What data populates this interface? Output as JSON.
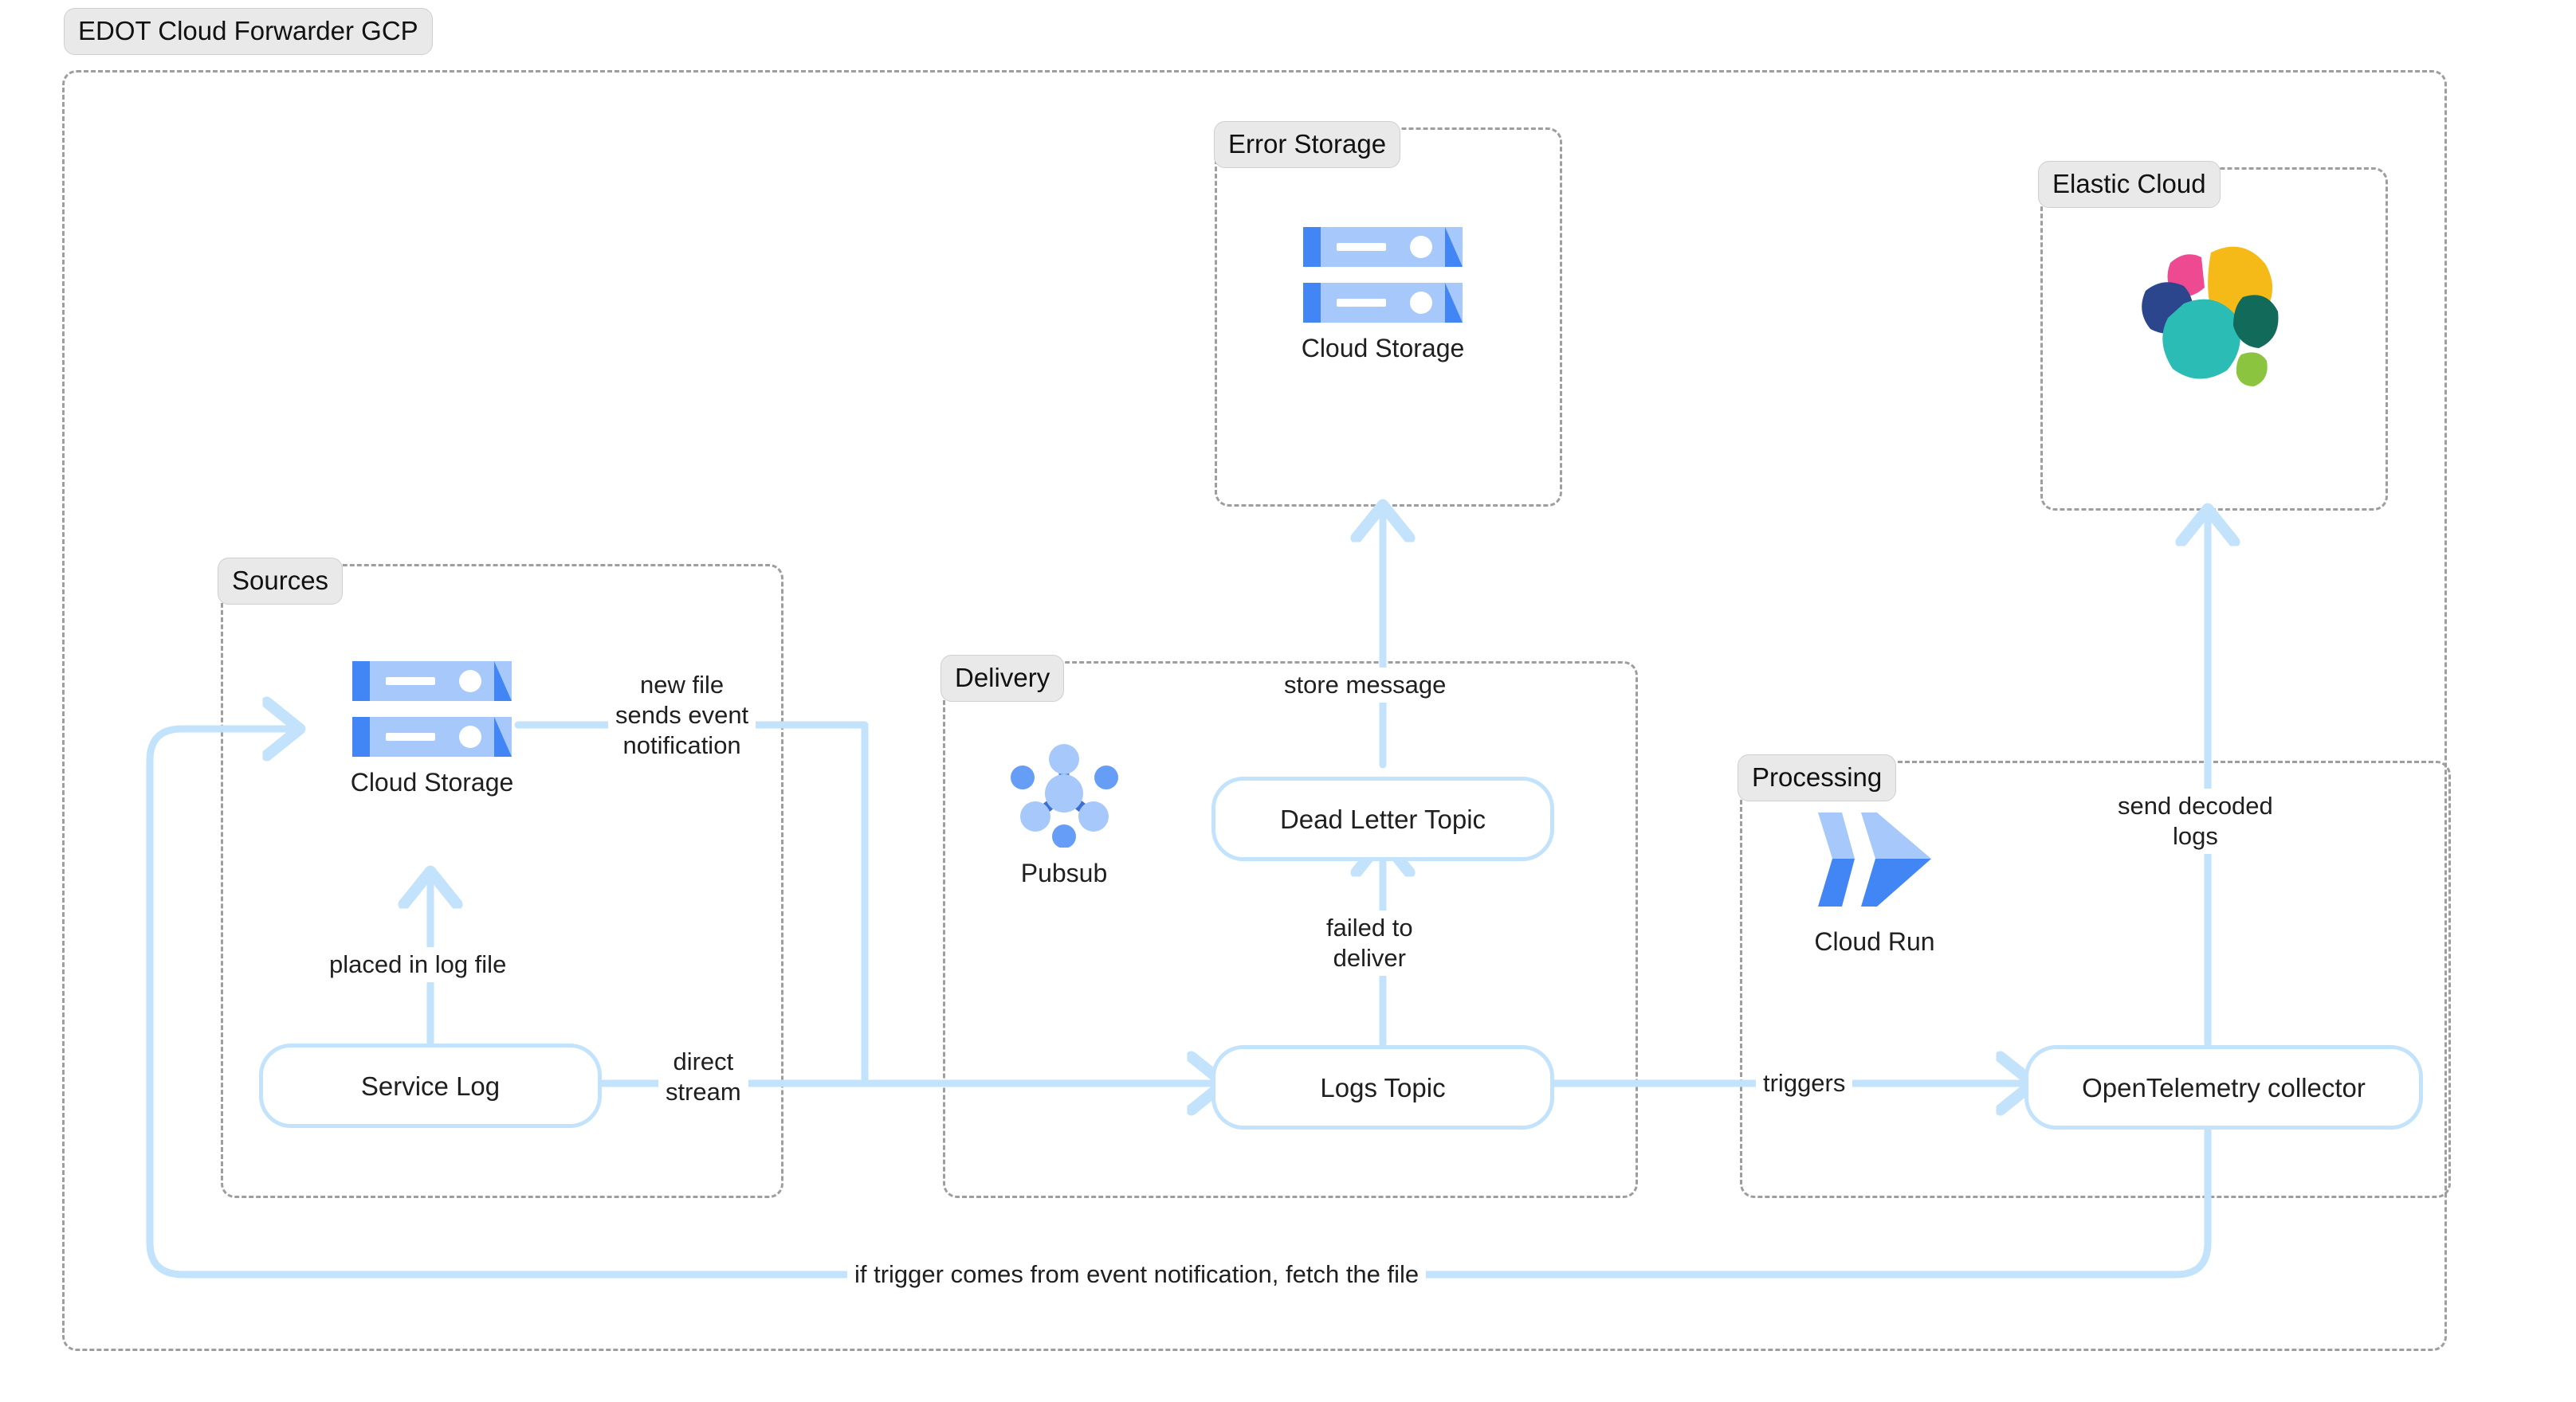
{
  "diagram": {
    "title": "EDOT Cloud Forwarder GCP",
    "accent_edge_color": "#c2e3fb",
    "group_border_color": "#9e9e9e",
    "group_label_bg": "#e9e9e9",
    "text_color": "#1f1f1f"
  },
  "groups": [
    {
      "id": "root",
      "label": "EDOT Cloud Forwarder GCP"
    },
    {
      "id": "error",
      "label": "Error Storage"
    },
    {
      "id": "elastic",
      "label": "Elastic Cloud"
    },
    {
      "id": "sources",
      "label": "Sources"
    },
    {
      "id": "delivery",
      "label": "Delivery"
    },
    {
      "id": "processing",
      "label": "Processing"
    }
  ],
  "icons": {
    "error_cloud_storage": {
      "name": "cloud-storage-icon",
      "caption": "Cloud Storage"
    },
    "elastic_logo": {
      "name": "elastic-logo-icon",
      "caption": ""
    },
    "sources_cloud_storage": {
      "name": "cloud-storage-icon",
      "caption": "Cloud Storage"
    },
    "pubsub": {
      "name": "pubsub-icon",
      "caption": "Pubsub"
    },
    "cloud_run": {
      "name": "cloud-run-icon",
      "caption": "Cloud Run"
    }
  },
  "nodes": [
    {
      "id": "service_log",
      "label": "Service Log"
    },
    {
      "id": "dead_letter",
      "label": "Dead Letter Topic"
    },
    {
      "id": "logs_topic",
      "label": "Logs Topic"
    },
    {
      "id": "otel",
      "label": "OpenTelemetry collector"
    }
  ],
  "edge_labels": {
    "new_file": "new file\nsends event\nnotification",
    "placed_in_log_file": "placed in log file",
    "direct_stream": "direct\nstream",
    "store_message": "store message",
    "failed_to_deliver": "failed to\ndeliver",
    "triggers": "triggers",
    "send_decoded_logs": "send decoded\nlogs",
    "fetch_file": "if trigger comes from event notification, fetch the file"
  },
  "palette": {
    "gcp_blue_dark": "#4285f4",
    "gcp_blue_light": "#a6c8fa",
    "gcp_blue_mid": "#669df6",
    "elastic_pink": "#ee4a91",
    "elastic_yellow": "#f5ba17",
    "elastic_navy": "#2b468c",
    "elastic_teal": "#2bbcb5",
    "elastic_green_dark": "#126a5a",
    "elastic_green_light": "#8bc53f"
  }
}
